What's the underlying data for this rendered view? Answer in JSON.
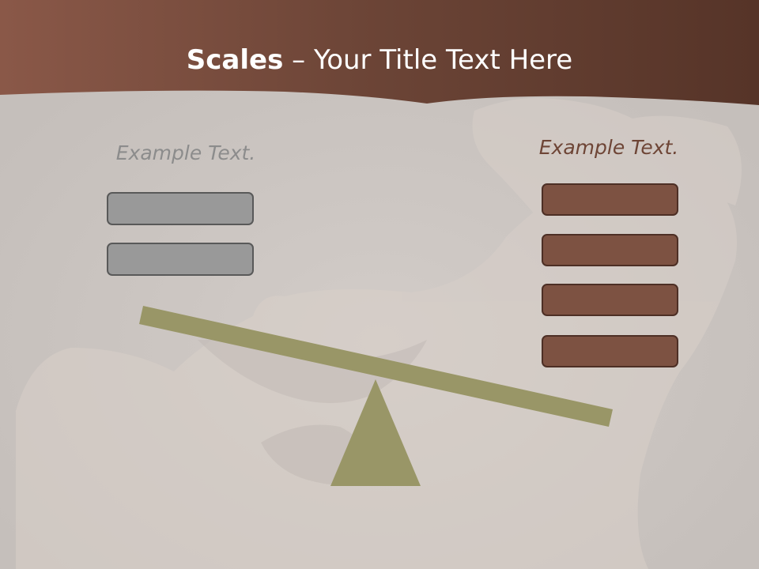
{
  "slide": {
    "title_bold": "Scales",
    "title_rest": " – Your Title Text Here",
    "left_label": "Example Text.",
    "right_label": "Example Text."
  },
  "colors": {
    "header": "#6b4436",
    "background": "#c9c4c0",
    "left_label": "#8c8c8c",
    "right_label": "#6e4536",
    "left_box_fill": "#999999",
    "left_box_border": "#595959",
    "right_box_fill": "#7d5242",
    "right_box_border": "#4d2f25",
    "beam": "#999667"
  },
  "scale": {
    "left_box_count": 2,
    "right_box_count": 4,
    "tilt": "right-heavy"
  }
}
